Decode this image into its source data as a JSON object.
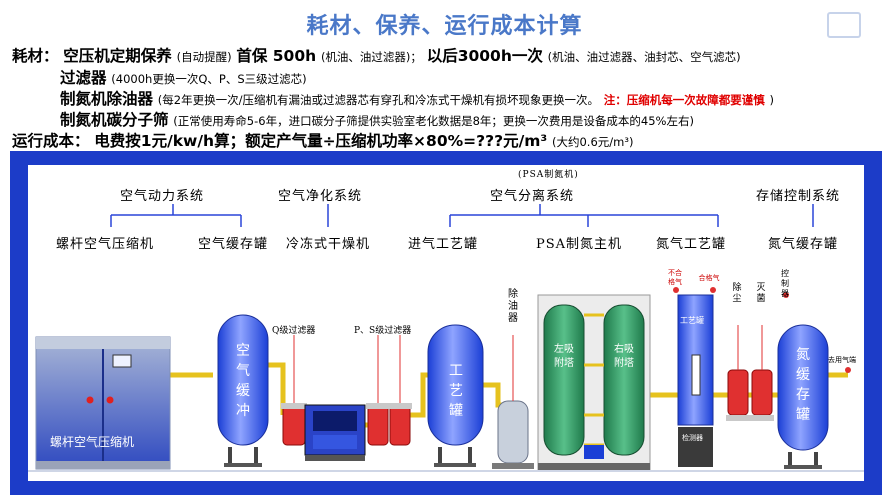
{
  "header": {
    "title": "耗材、保养、运行成本计算"
  },
  "text": {
    "l1_label": "耗材：",
    "l1_main": "空压机定期保养",
    "l1_auto": "(自动提醒)",
    "l1_first": "首保 500h",
    "l1_first_note": "(机油、油过滤器)；",
    "l1_after": "以后3000h一次",
    "l1_after_note": "(机油、油过滤器、油封芯、空气滤芯)",
    "l2_main": "过滤器",
    "l2_note": "(4000h更换一次Q、P、S三级过滤芯)",
    "l3_main": "制氮机除油器",
    "l3_note": "(每2年更换一次/压缩机有漏油或过滤器芯有穿孔和冷冻式干燥机有损坏现象更换一次。",
    "l3_warn": "注：压缩机每一次故障都要谨慎",
    "l3_end": ")",
    "l4_main": "制氮机碳分子筛",
    "l4_note": "(正常使用寿命5-6年，进口碳分子筛提供实验室老化数据是8年；更换一次费用是设备成本的45%左右)",
    "l5_label": "运行成本：",
    "l5_main": "电费按1元/kw/h算；额定产气量÷压缩机功率×80%=???元/m³",
    "l5_note": "(大约0.6元/m³)"
  },
  "diagram": {
    "psa_note": "(PSA制氮机)",
    "systems": {
      "air_power": "空气动力系统",
      "air_purify": "空气净化系统",
      "air_separation": "空气分离系统",
      "storage_control": "存储控制系统"
    },
    "equipment": {
      "compressor": "螺杆空气压缩机",
      "air_buffer": "空气缓存罐",
      "dryer": "冷冻式干燥机",
      "inlet_tank": "进气工艺罐",
      "psa_host": "PSA制氮主机",
      "n2_process": "氮气工艺罐",
      "n2_buffer": "氮气缓存罐"
    },
    "labels": {
      "q_filter": "Q级过滤器",
      "ps_filter": "P、S级过滤器",
      "oil_remover": "除油器",
      "unqualified": "不合格气",
      "qualified": "合格气",
      "dust": "除尘",
      "sterilize": "灭菌",
      "control": "控制器",
      "to_use": "去用气端",
      "compressor_body": "螺杆空气压缩机",
      "tank_air": "空气缓冲",
      "tank_process": "工艺罐",
      "tank_left": "左吸附塔",
      "tank_right": "右吸附塔",
      "tank_n2": "氮缓存罐",
      "proc_small": "工艺罐",
      "analyzer": "检测器"
    }
  }
}
